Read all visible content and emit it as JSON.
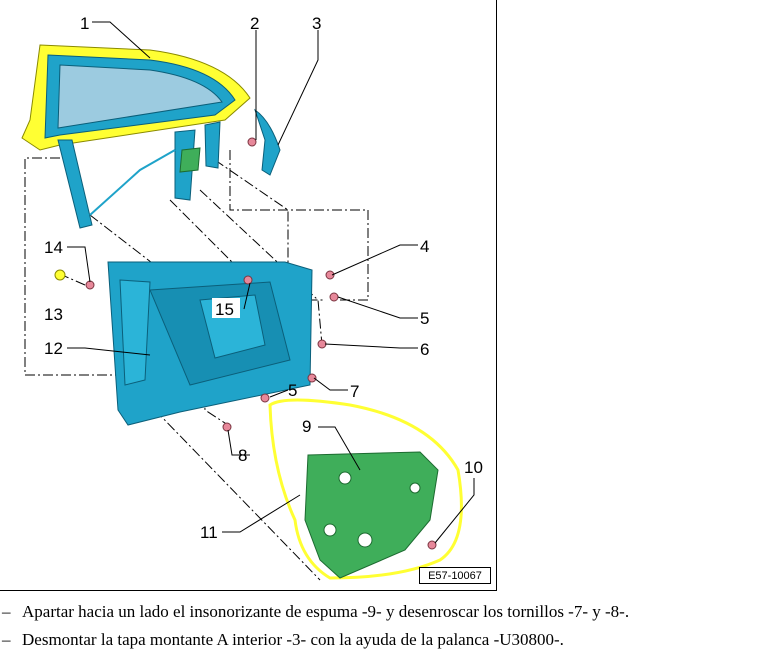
{
  "figure": {
    "reference_code": "E57-10067",
    "callouts": [
      "1",
      "2",
      "3",
      "4",
      "5",
      "5",
      "6",
      "7",
      "8",
      "9",
      "10",
      "11",
      "12",
      "13",
      "14",
      "15"
    ]
  },
  "instructions": [
    {
      "bullet": "–",
      "text": "Apartar hacia un lado el insonorizante de espuma -9- y desenroscar los tornillos -7- y -8-."
    },
    {
      "bullet": "–",
      "text": "Desmontar la tapa montante A interior -3- con la ayuda de la palanca -U30800-."
    }
  ],
  "colors": {
    "frame_blue": "#1fa3c9",
    "glass": "#9ccbe0",
    "highlight_yellow": "#ffff33",
    "foam_green": "#3fae5a",
    "screw_pink": "#e7889a"
  }
}
